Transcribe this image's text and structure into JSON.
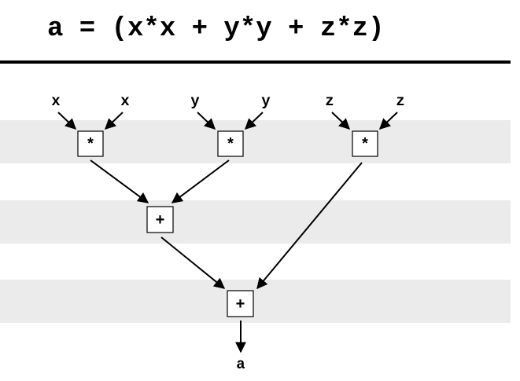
{
  "title": "a = (x*x + y*y + z*z)",
  "inputs": {
    "x1": "x",
    "x2": "x",
    "y1": "y",
    "y2": "y",
    "z1": "z",
    "z2": "z"
  },
  "operators": {
    "mul_x": "*",
    "mul_y": "*",
    "mul_z": "*",
    "add_xy": "+",
    "add_final": "+"
  },
  "output": "a",
  "colors": {
    "band": "#ebebeb",
    "stroke": "#000000"
  }
}
